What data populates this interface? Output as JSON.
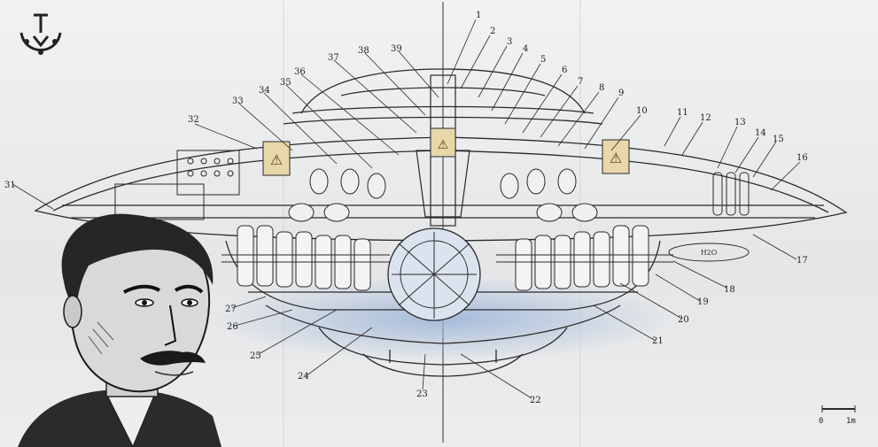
{
  "diagram": {
    "h2o_label": "H2O",
    "scale": {
      "zero": "0",
      "unit": "1m"
    },
    "callouts": [
      "1",
      "2",
      "3",
      "4",
      "5",
      "6",
      "7",
      "8",
      "9",
      "10",
      "11",
      "12",
      "13",
      "14",
      "15",
      "16",
      "17",
      "18",
      "19",
      "20",
      "21",
      "22",
      "23",
      "24",
      "25",
      "26",
      "27",
      "31",
      "32",
      "33",
      "34",
      "35",
      "36",
      "37",
      "38",
      "39"
    ]
  },
  "colors": {
    "ink": "#2a2a2a",
    "paper": "#e9eaec",
    "accent": "#c8a050"
  },
  "logo": {
    "icon": "tesla-symbol-icon"
  }
}
